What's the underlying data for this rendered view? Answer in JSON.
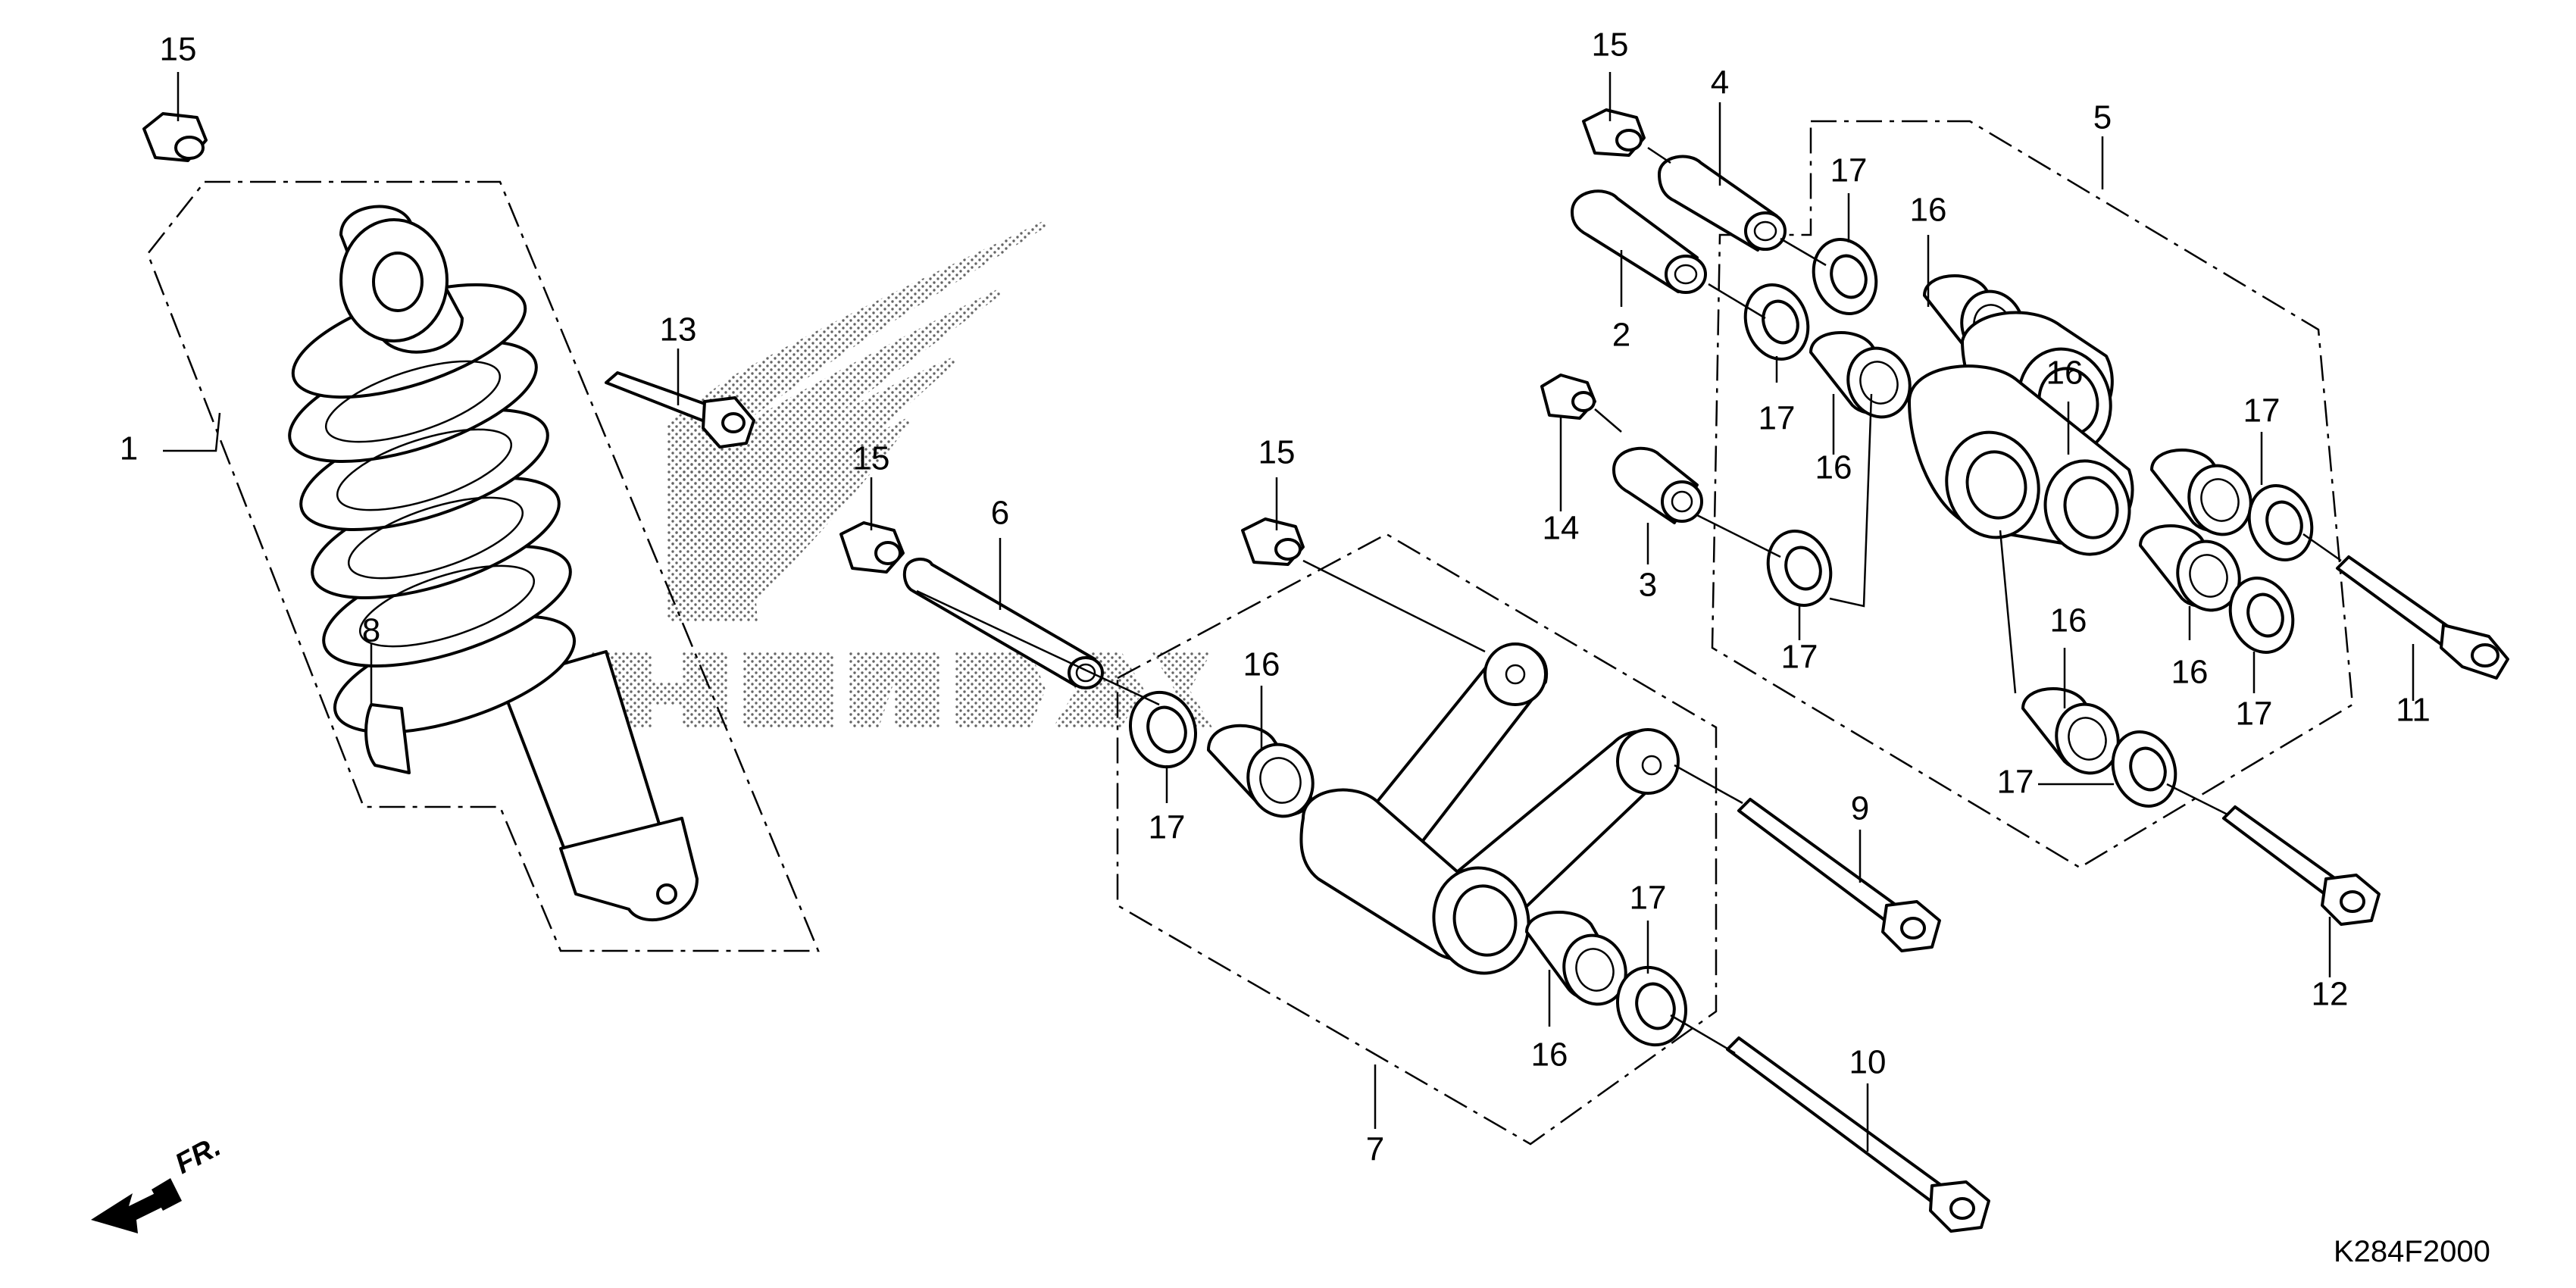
{
  "callouts": [
    {
      "id": "15a",
      "label": "15"
    },
    {
      "id": "1",
      "label": "1"
    },
    {
      "id": "8",
      "label": "8"
    },
    {
      "id": "13",
      "label": "13"
    },
    {
      "id": "15b",
      "label": "15"
    },
    {
      "id": "6",
      "label": "6"
    },
    {
      "id": "15c",
      "label": "15"
    },
    {
      "id": "16a",
      "label": "16"
    },
    {
      "id": "17a",
      "label": "17"
    },
    {
      "id": "7",
      "label": "7"
    },
    {
      "id": "16b",
      "label": "16"
    },
    {
      "id": "17b",
      "label": "17"
    },
    {
      "id": "9",
      "label": "9"
    },
    {
      "id": "10",
      "label": "10"
    },
    {
      "id": "15d",
      "label": "15"
    },
    {
      "id": "4",
      "label": "4"
    },
    {
      "id": "2",
      "label": "2"
    },
    {
      "id": "17c",
      "label": "17"
    },
    {
      "id": "17d",
      "label": "17"
    },
    {
      "id": "16c",
      "label": "16"
    },
    {
      "id": "16d",
      "label": "16"
    },
    {
      "id": "5",
      "label": "5"
    },
    {
      "id": "14",
      "label": "14"
    },
    {
      "id": "3",
      "label": "3"
    },
    {
      "id": "17e",
      "label": "17"
    },
    {
      "id": "16e",
      "label": "16"
    },
    {
      "id": "17f",
      "label": "17"
    },
    {
      "id": "16f",
      "label": "16"
    },
    {
      "id": "17g",
      "label": "17"
    },
    {
      "id": "11",
      "label": "11"
    },
    {
      "id": "16g",
      "label": "16"
    },
    {
      "id": "17h",
      "label": "17"
    },
    {
      "id": "12",
      "label": "12"
    }
  ],
  "reference_code": "K284F2000",
  "direction_label": "FR.",
  "icons": {
    "front_arrow": "arrow-front-icon",
    "watermark": "wing-logo-icon"
  }
}
